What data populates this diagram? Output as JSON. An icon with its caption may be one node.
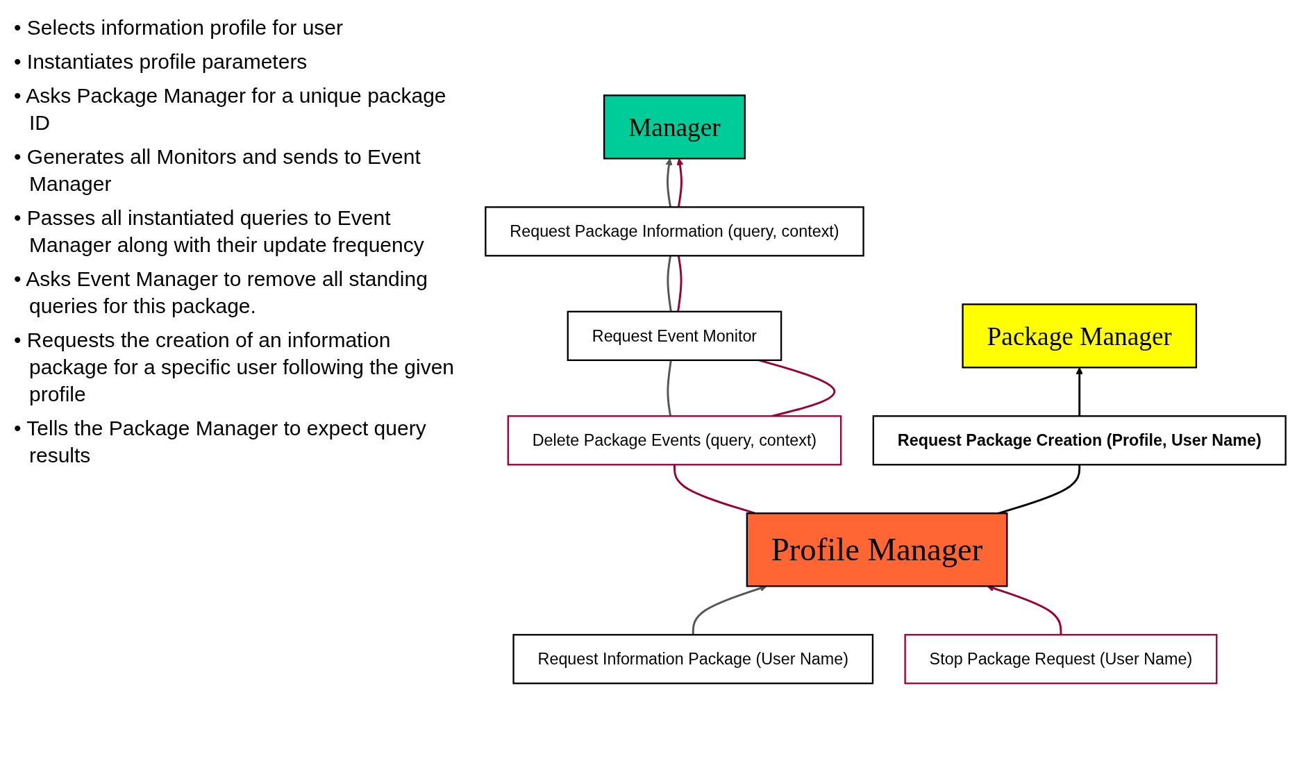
{
  "diagram": {
    "nodes": [
      {
        "text": [
          "Request Information Package (User Name)"
        ]
      },
      {
        "text": [
          "Manager"
        ]
      },
      {
        "text": [
          "Request Package Information (query, context)"
        ]
      },
      {
        "text": [
          "Request Event Monitor"
        ]
      },
      {
        "text": [
          "Profile Manager"
        ]
      },
      {
        "text": [
          "Delete Package Events (query, context)"
        ]
      },
      {
        "text": [
          "Stop Package Request (User Name)"
        ]
      },
      {
        "text": [
          "Request Package Creation (Profile, User Name)"
        ]
      },
      {
        "text": [
          "Package Manager"
        ]
      }
    ],
    "edges": [
      {
        "from": 0,
        "to": 4,
        "arrow": "to",
        "color": "#555555"
      },
      {
        "from": 5,
        "to": 3,
        "arrow": "none",
        "color": "#555555"
      },
      {
        "from": 3,
        "to": 2,
        "arrow": "none",
        "color": "#555555"
      },
      {
        "from": 2,
        "to": 1,
        "arrow": "to",
        "color": "#555555"
      },
      {
        "from": 4,
        "to": 5,
        "arrow": "none",
        "color": "#990033"
      },
      {
        "from": 5,
        "to": 3,
        "arrow": "none",
        "color": "#990033"
      },
      {
        "from": 3,
        "to": 2,
        "arrow": "none",
        "color": "#990033"
      },
      {
        "from": 2,
        "to": 1,
        "arrow": "to",
        "color": "#990033"
      },
      {
        "from": 6,
        "to": 4,
        "arrow": "to",
        "color": "#990033"
      },
      {
        "from": 4,
        "to": 7,
        "arrow": "none",
        "color": "#000000"
      },
      {
        "from": 7,
        "to": 8,
        "arrow": "to",
        "color": "#000000"
      }
    ],
    "labels": [
      "• Selects information profile for user",
      "• Instantiates profile parameters",
      "• Asks Package Manager for a unique package ID",
      "• Generates all Monitors and sends to Event Manager",
      "• Passes all instantiated queries to Event Manager along with their update frequency",
      "• Asks Event Manager to remove all standing queries for this package.",
      "• Requests the creation of an information package for a specific user following the given profile",
      "• Tells the Package Manager to expect query results"
    ]
  }
}
